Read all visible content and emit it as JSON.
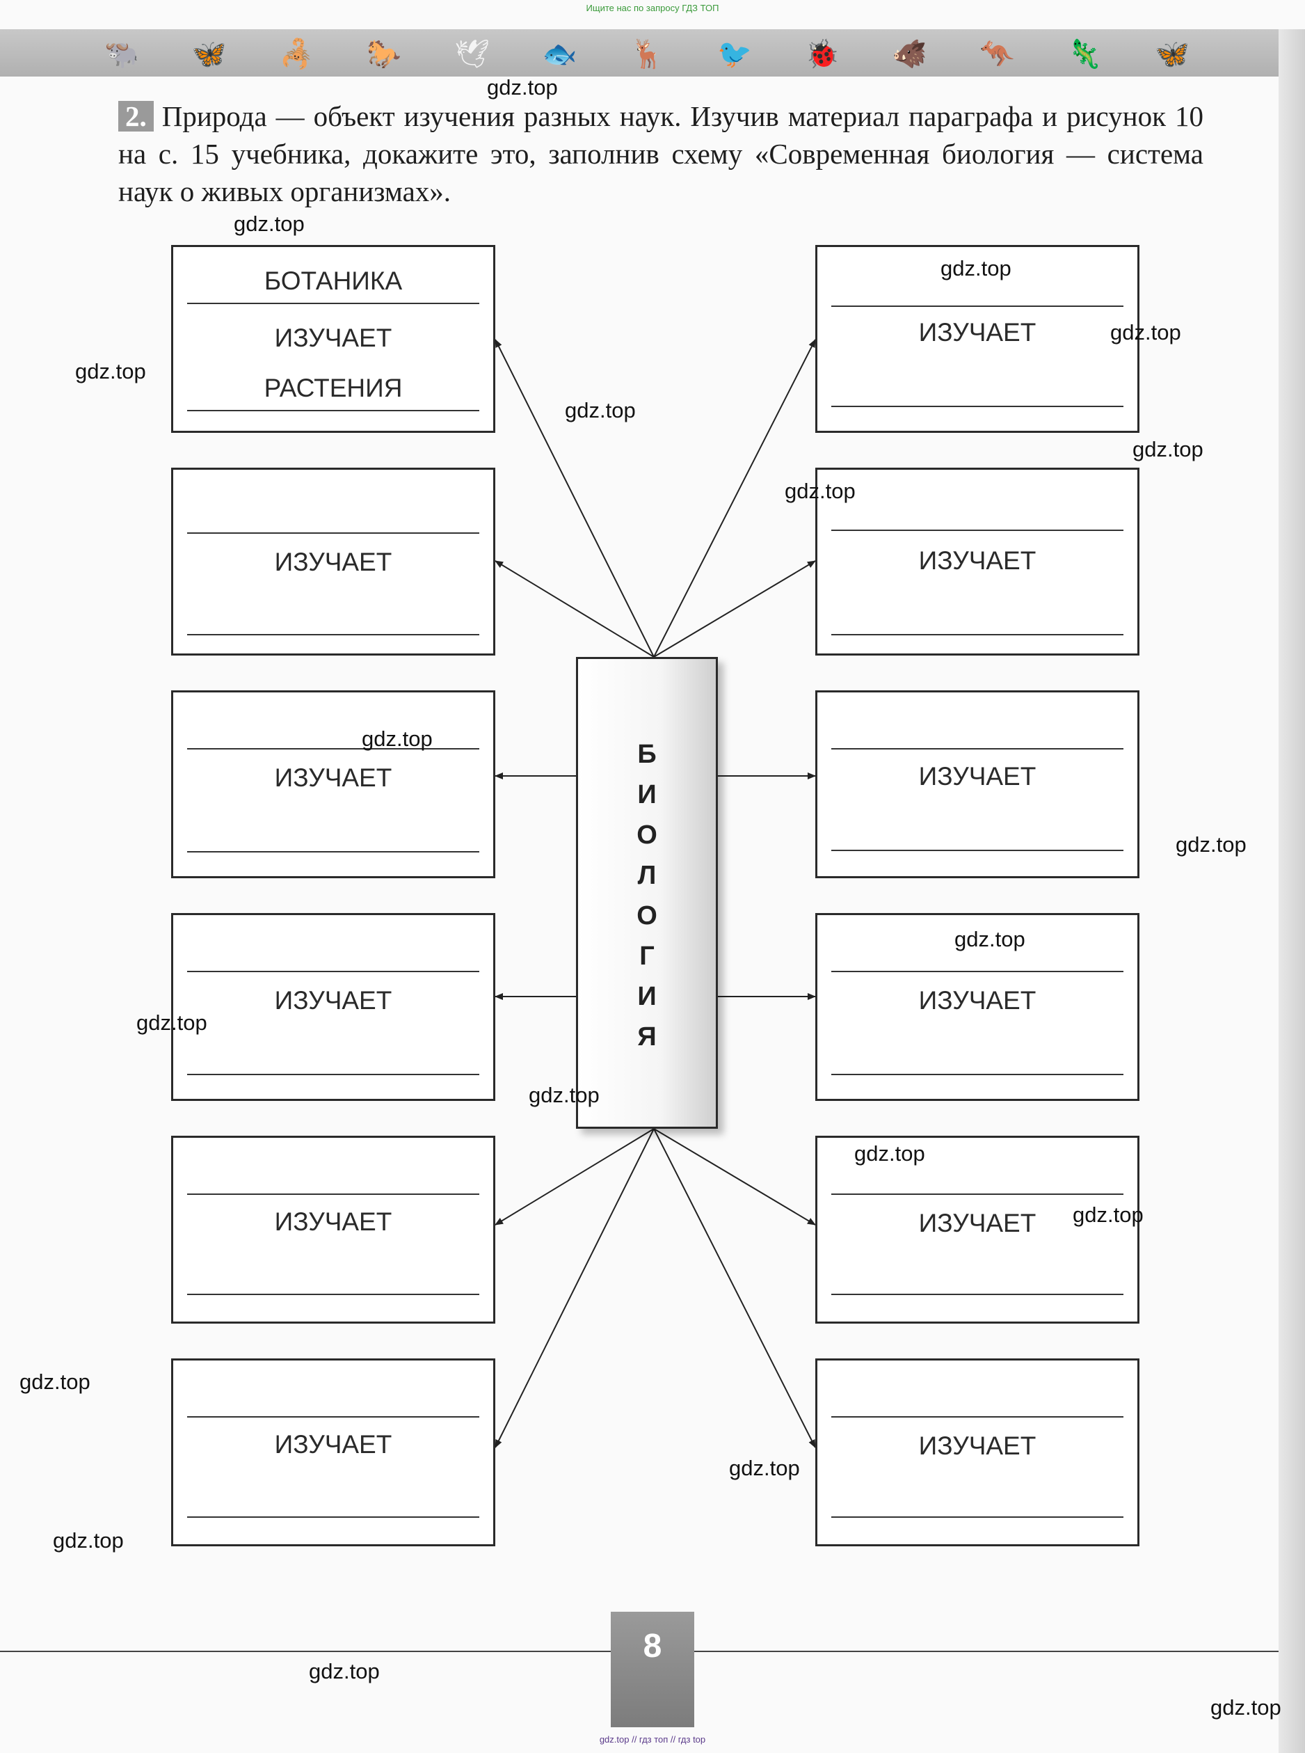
{
  "header": {
    "top_note": "Ищите нас по запросу ГДЗ ТОП",
    "banner_icons": [
      "bison-icon",
      "butterfly-icon",
      "scorpion-icon",
      "horse-icon",
      "bird-icon",
      "fish-icon",
      "deer-icon",
      "heron-icon",
      "insect-icon",
      "boar-icon",
      "kangaroo-icon",
      "lizard-icon",
      "moth-icon"
    ]
  },
  "task": {
    "number": "2.",
    "text": "Природа — объект изучения разных наук. Изучив материал параграфа и рисунок 10 на с. 15 учебника, докажите это, заполнив схему «Современная биология — система наук о живых организмах»."
  },
  "center": {
    "letters": [
      "Б",
      "И",
      "О",
      "Л",
      "О",
      "Г",
      "И",
      "Я"
    ]
  },
  "boxes": {
    "left": [
      {
        "title": "БОТАНИКА",
        "studies": "ИЗУЧАЕТ",
        "object": "РАСТЕНИЯ"
      },
      {
        "title": "",
        "studies": "ИЗУЧАЕТ",
        "object": ""
      },
      {
        "title": "",
        "studies": "ИЗУЧАЕТ",
        "object": ""
      },
      {
        "title": "",
        "studies": "ИЗУЧАЕТ",
        "object": ""
      },
      {
        "title": "",
        "studies": "ИЗУЧАЕТ",
        "object": ""
      },
      {
        "title": "",
        "studies": "ИЗУЧАЕТ",
        "object": ""
      }
    ],
    "right": [
      {
        "title": "",
        "studies": "ИЗУЧАЕТ",
        "object": ""
      },
      {
        "title": "",
        "studies": "ИЗУЧАЕТ",
        "object": ""
      },
      {
        "title": "",
        "studies": "ИЗУЧАЕТ",
        "object": ""
      },
      {
        "title": "",
        "studies": "ИЗУЧАЕТ",
        "object": ""
      },
      {
        "title": "",
        "studies": "ИЗУЧАЕТ",
        "object": ""
      },
      {
        "title": "",
        "studies": "ИЗУЧАЕТ",
        "object": ""
      }
    ]
  },
  "watermark": "gdz.top",
  "page_number": "8",
  "bottom_note": "gdz.top // гдз топ // гдз top"
}
